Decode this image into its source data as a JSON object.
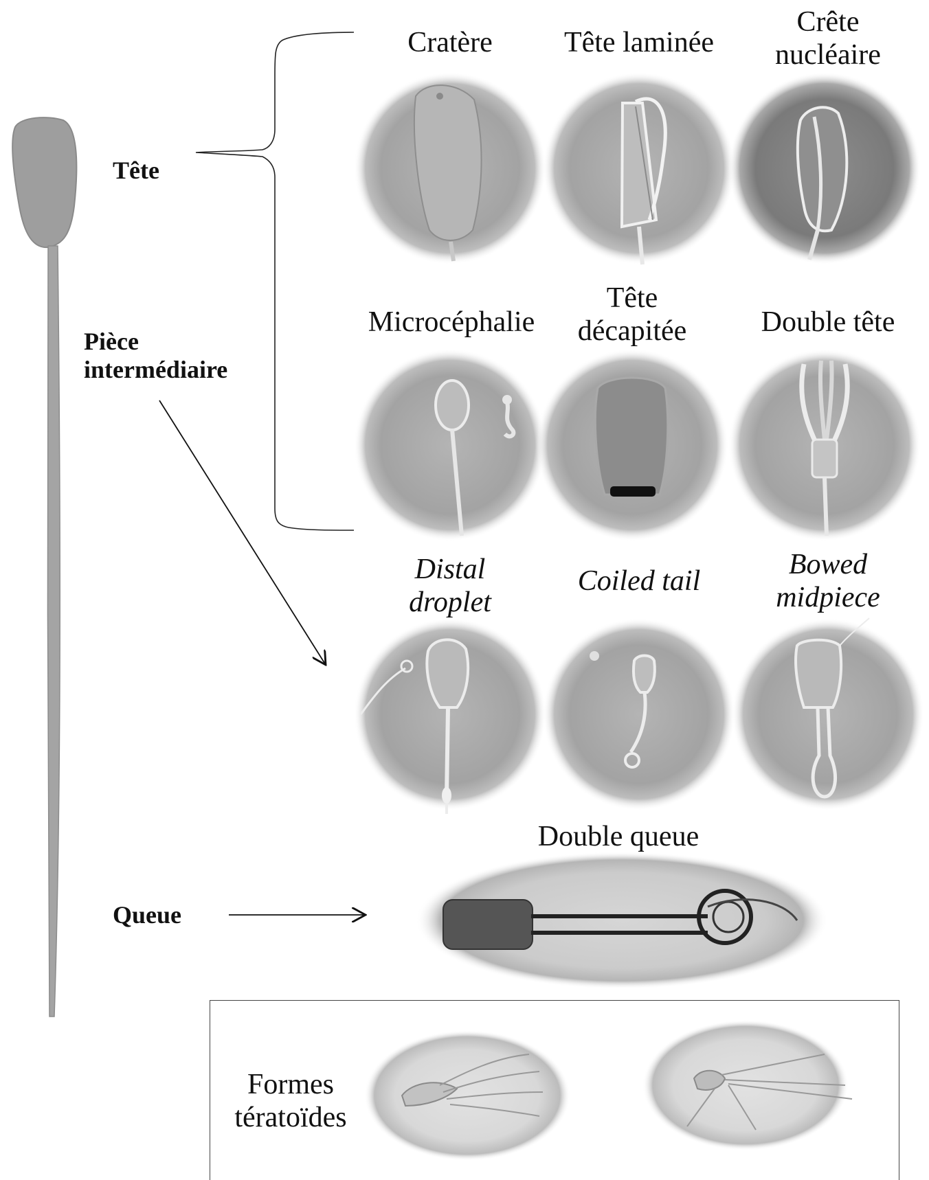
{
  "structure": {
    "head": "Tête",
    "midpiece": "Pièce intermédiaire",
    "tail": "Queue"
  },
  "head_defects": {
    "crater": "Cratère",
    "laminated_head": "Tête laminée",
    "nuclear_crest_line1": "Crête",
    "nuclear_crest_line2": "nucléaire",
    "microcephaly": "Microcéphalie",
    "decapitated_head_line1": "Tête",
    "decapitated_head_line2": "décapitée",
    "double_head": "Double tête"
  },
  "midpiece_defects": {
    "distal_droplet_line1": "Distal",
    "distal_droplet_line2": "droplet",
    "coiled_tail": "Coiled tail",
    "bowed_midpiece_line1": "Bowed",
    "bowed_midpiece_line2": "midpiece"
  },
  "tail_defects": {
    "double_tail": "Double queue"
  },
  "teratoid": {
    "label_line1": "Formes",
    "label_line2": "tératoïdes"
  }
}
